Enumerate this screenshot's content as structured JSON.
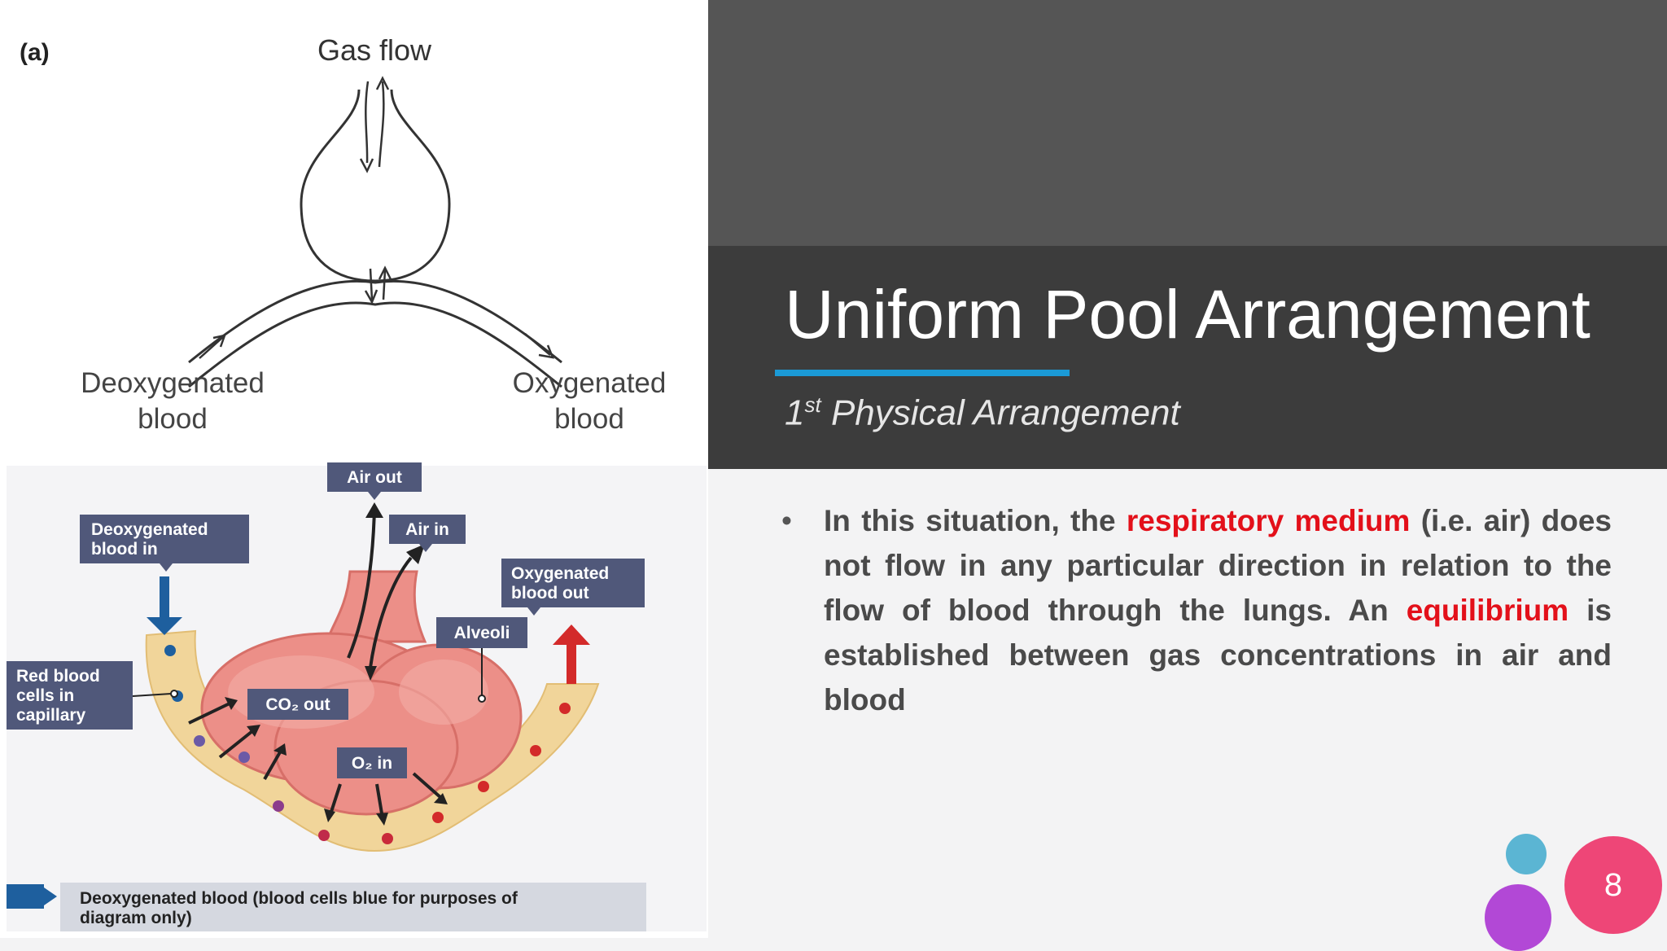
{
  "slide": {
    "title": "Uniform Pool Arrangement",
    "subtitle": {
      "ordinal_number": "1",
      "ordinal_suffix": "st",
      "text": " Physical Arrangement"
    },
    "body": [
      {
        "text": "In this situation, the ",
        "highlight": false
      },
      {
        "text": "respiratory medium",
        "highlight": true
      },
      {
        "text": " (i.e. air) does not flow in any particular direction in relation to the flow of blood through the lungs. An ",
        "highlight": false
      },
      {
        "text": "equilibrium",
        "highlight": true
      },
      {
        "text": " is established between gas concentrations in air and blood",
        "highlight": false
      }
    ],
    "page_number": "8"
  },
  "diagram_a": {
    "panel_label": "(a)",
    "gas_flow_label": "Gas flow",
    "deoxygenated": [
      "Deoxygenated",
      "blood"
    ],
    "oxygenated": [
      "Oxygenated",
      "blood"
    ]
  },
  "diagram_b": {
    "air_out": "Air out",
    "air_in": "Air in",
    "deoxygenated_in": [
      "Deoxygenated",
      "blood in"
    ],
    "oxygenated_out": [
      "Oxygenated",
      "blood out"
    ],
    "alveoli": "Alveoli",
    "rbc": [
      "Red blood",
      "cells in",
      "capillary"
    ],
    "co2": "CO₂ out",
    "o2": "O₂ in",
    "key": [
      "Deoxygenated blood (blood cells blue for purposes of",
      "diagram only)"
    ]
  },
  "colors": {
    "accent_blue": "#1b9ad6",
    "highlight_red": "#e3101a",
    "label_box": "#50587a",
    "page_circle": "#ee4677",
    "dot_cyan": "#5bb5d3",
    "dot_purple": "#b248d6"
  }
}
